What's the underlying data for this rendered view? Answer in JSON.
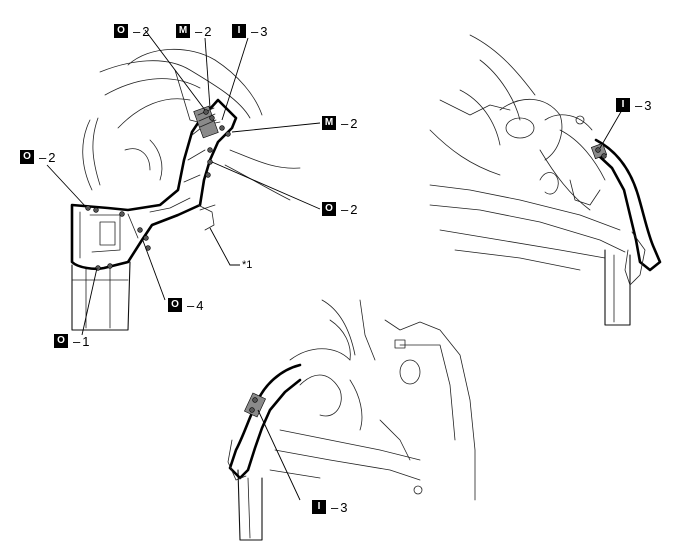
{
  "callouts": [
    {
      "id": "o2_top",
      "badge": "O",
      "dash": "–",
      "num": "2"
    },
    {
      "id": "m2_top",
      "badge": "M",
      "dash": "–",
      "num": "2"
    },
    {
      "id": "i3_top",
      "badge": "I",
      "dash": "–",
      "num": "3"
    },
    {
      "id": "m2_right",
      "badge": "M",
      "dash": "–",
      "num": "2"
    },
    {
      "id": "o2_left",
      "badge": "O",
      "dash": "–",
      "num": "2"
    },
    {
      "id": "o2_right",
      "badge": "O",
      "dash": "–",
      "num": "2"
    },
    {
      "id": "o4",
      "badge": "O",
      "dash": "–",
      "num": "4"
    },
    {
      "id": "o1",
      "badge": "O",
      "dash": "–",
      "num": "1"
    },
    {
      "id": "i3_right",
      "badge": "I",
      "dash": "–",
      "num": "3"
    },
    {
      "id": "i3_bottom",
      "badge": "I",
      "dash": "–",
      "num": "3"
    }
  ],
  "reference_label": "*1"
}
